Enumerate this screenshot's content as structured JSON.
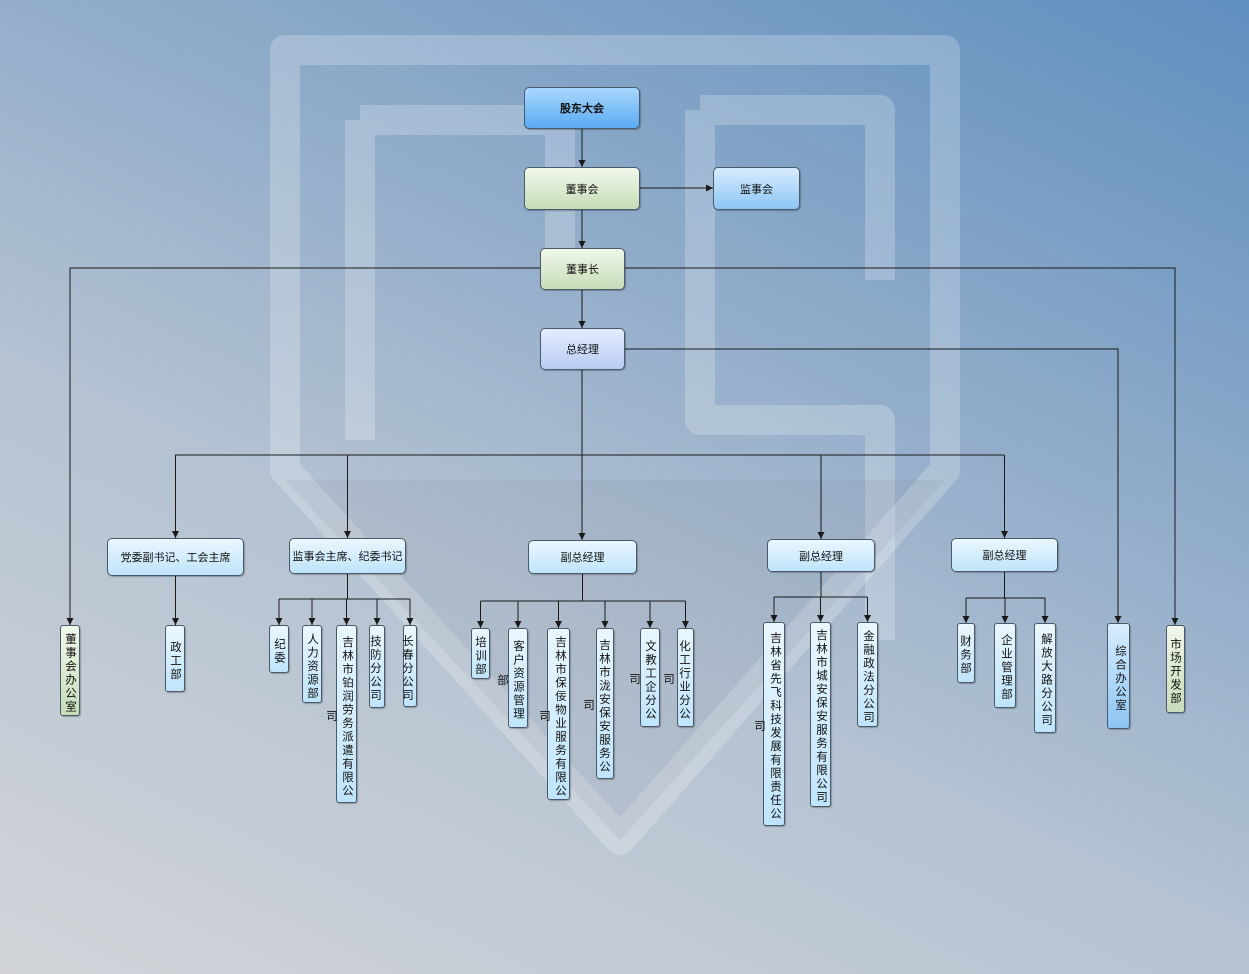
{
  "colors": {
    "line": "#1a1a1a",
    "accent": "#5aaaf2",
    "green": "#c8ddb8",
    "lightblue": "#bfe4fb"
  },
  "nodes": {
    "shareholders": "股东大会",
    "board": "董事会",
    "supervisors": "监事会",
    "chairman": "董事长",
    "gm": "总经理",
    "party_secretary": "党委副书记、工会主席",
    "supervisor_chair": "监事会主席、纪委书记",
    "vgm1": "副总经理",
    "vgm2": "副总经理",
    "vgm3": "副总经理",
    "board_office": "董事会办公室",
    "politics_dept": "政工部",
    "discipline": "纪委",
    "hr": "人力资源部",
    "borun": "吉林市铂润劳务派遣有限公司",
    "tech_defense": "技防分公司",
    "changchun": "长春分公司",
    "training": "培训部",
    "customer": "客户资源管理部",
    "baoning": "吉林市保佞物业服务有限公司",
    "longan": "吉林市泷安保安服务公司",
    "culture_edu": "文教工企分公司",
    "chemical": "化工行业分公司",
    "xianfei": "吉林省先飞科技发展有限责任公司",
    "chengan": "吉林市城安保安服务有限公司",
    "finance_law": "金融政法分公司",
    "finance_dept": "财务部",
    "enterprise_mgmt": "企业管理部",
    "jiefang": "解放大路分公司",
    "general_office": "综合办公室",
    "market_dev": "市场开发部"
  }
}
